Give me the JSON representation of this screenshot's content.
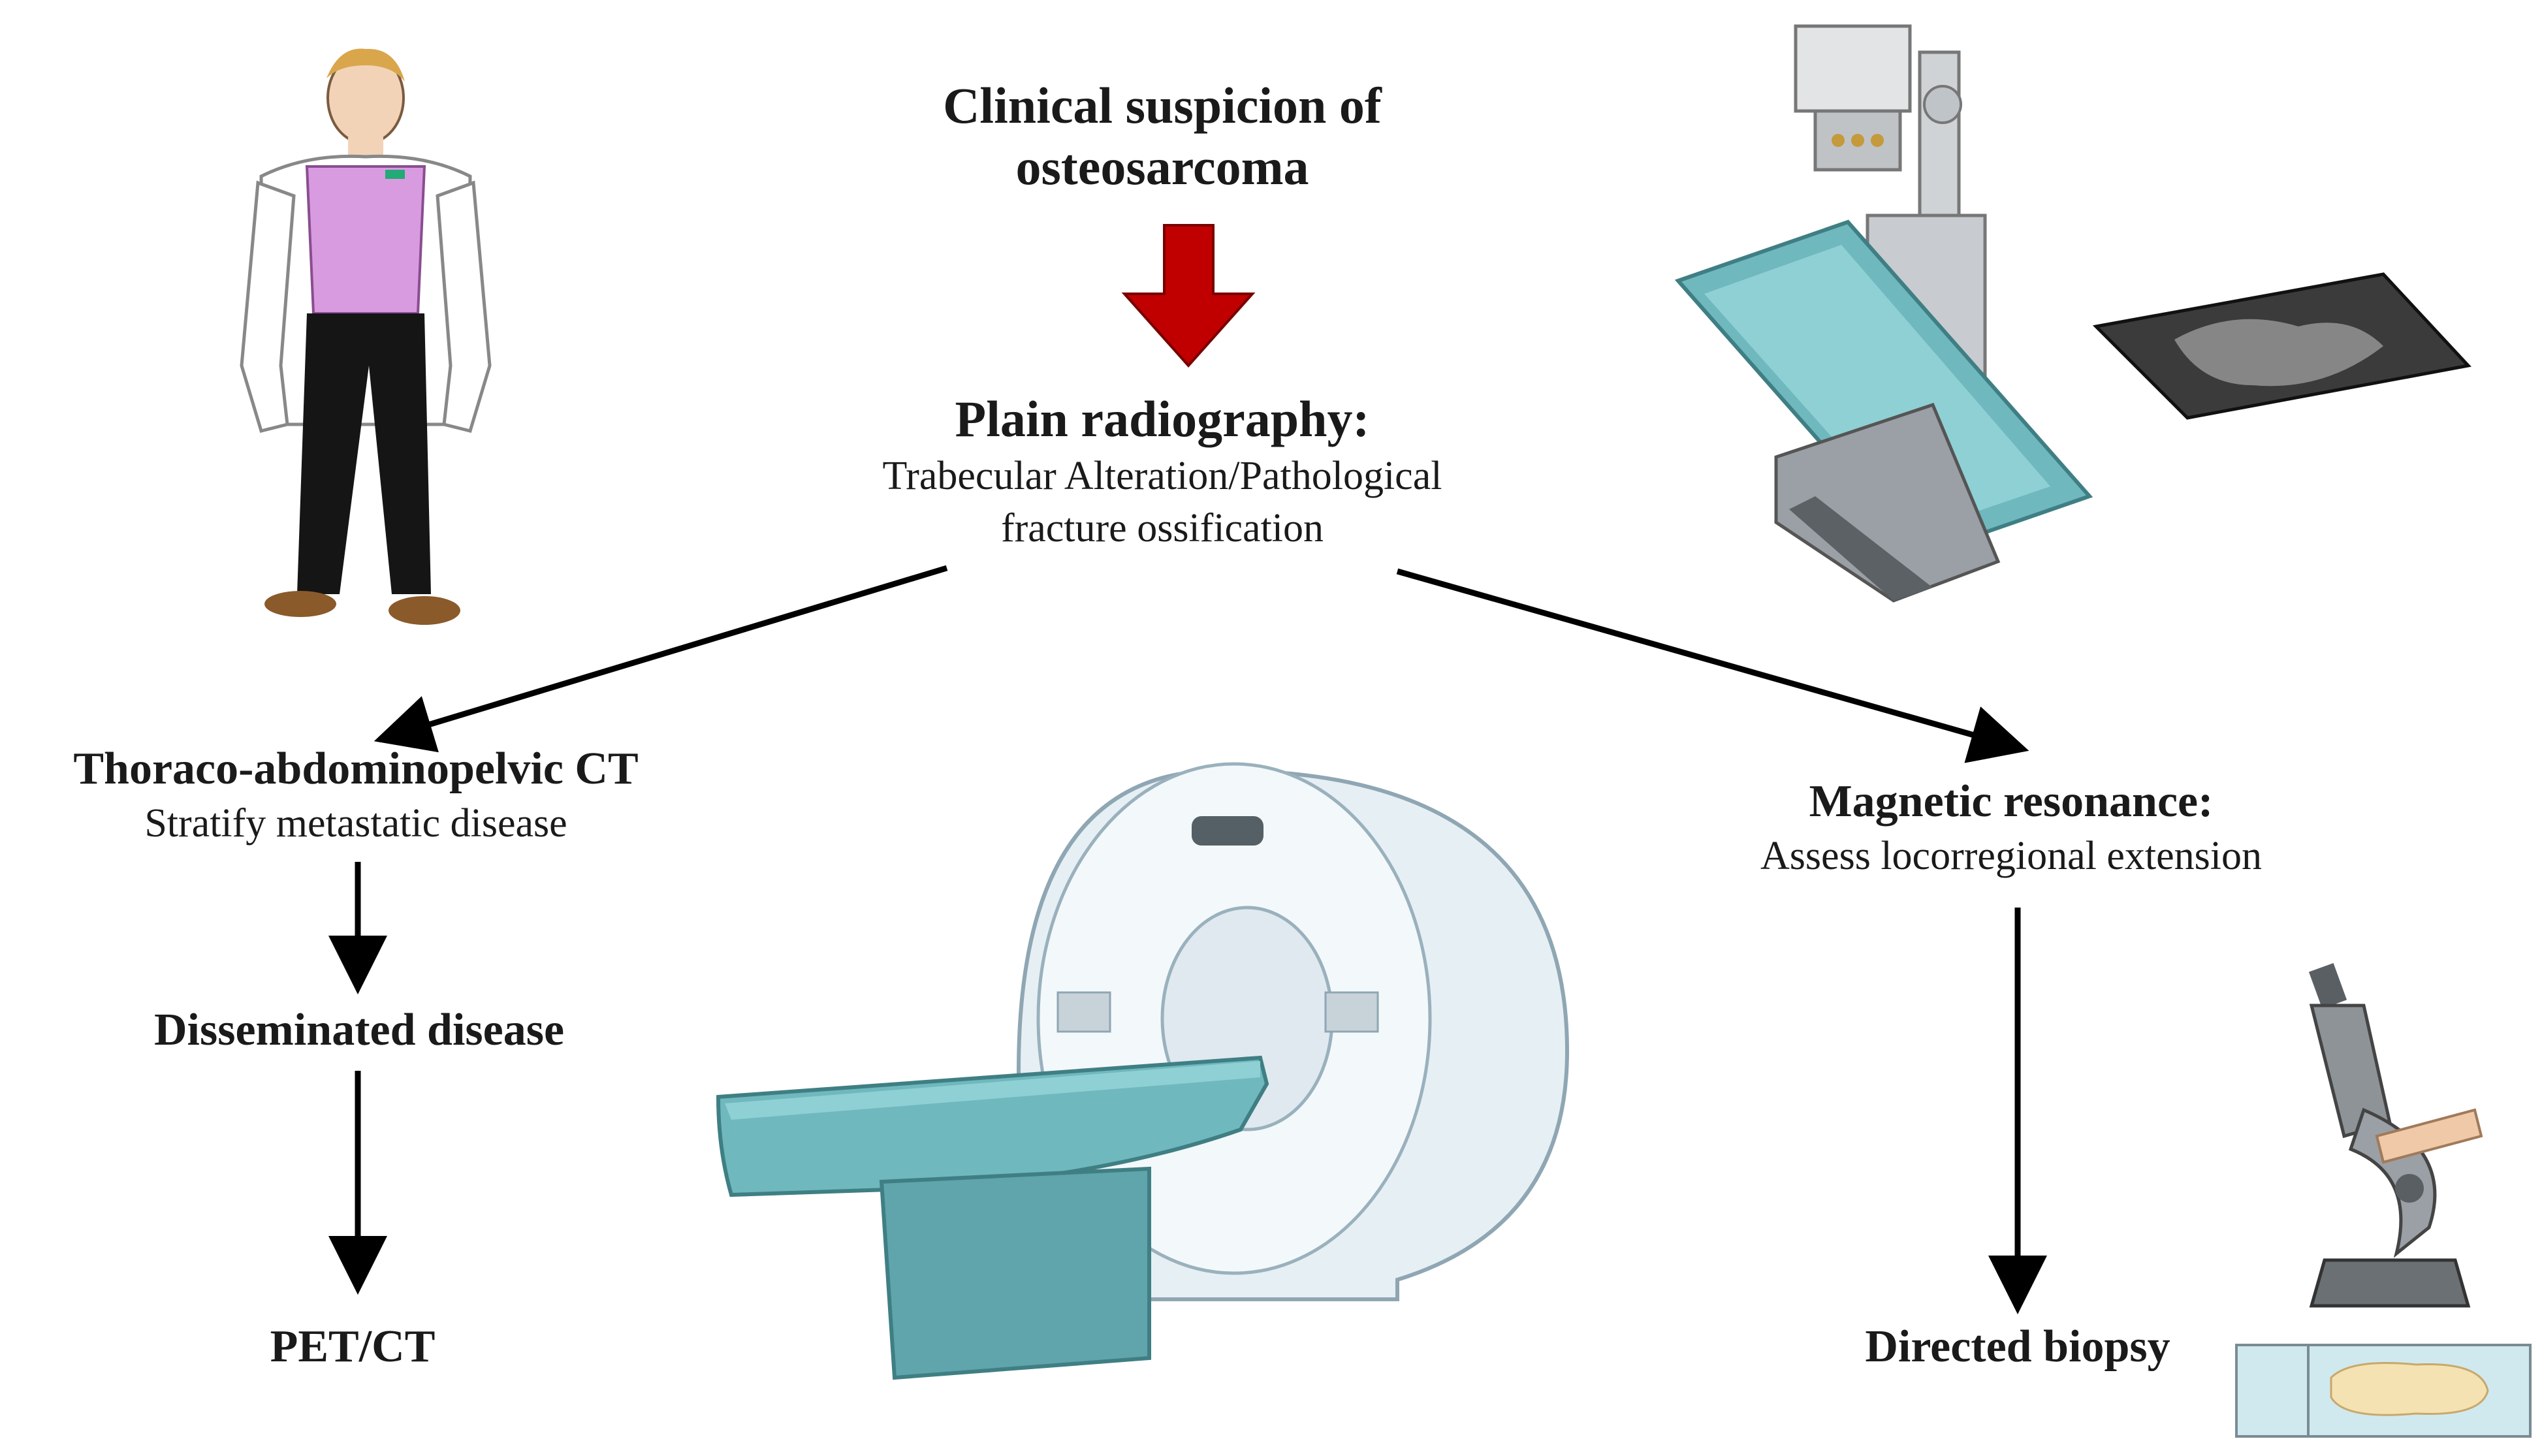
{
  "diagram": {
    "start": {
      "line1": "Clinical suspicion of",
      "line2": "osteosarcoma"
    },
    "radiography": {
      "title": "Plain radiography:",
      "line1": "Trabecular Alteration/Pathological",
      "line2": "fracture ossification"
    },
    "ct": {
      "title": "Thoraco-abdominopelvic CT",
      "desc": "Stratify metastatic disease"
    },
    "disseminated": {
      "title": "Disseminated disease"
    },
    "petct": {
      "title": "PET/CT"
    },
    "mri": {
      "title": "Magnetic resonance:",
      "desc": "Assess locorregional extension"
    },
    "biopsy": {
      "title": "Directed biopsy"
    }
  },
  "colors": {
    "arrow_main": "#c00000",
    "arrow": "#000000",
    "table": "#6fb8be",
    "scanner": "#e6eff4"
  },
  "icons": [
    "doctor-illustration",
    "xray-machine-illustration",
    "xray-film-illustration",
    "mri-scanner-illustration",
    "microscope-illustration",
    "microscope-slide-illustration"
  ]
}
